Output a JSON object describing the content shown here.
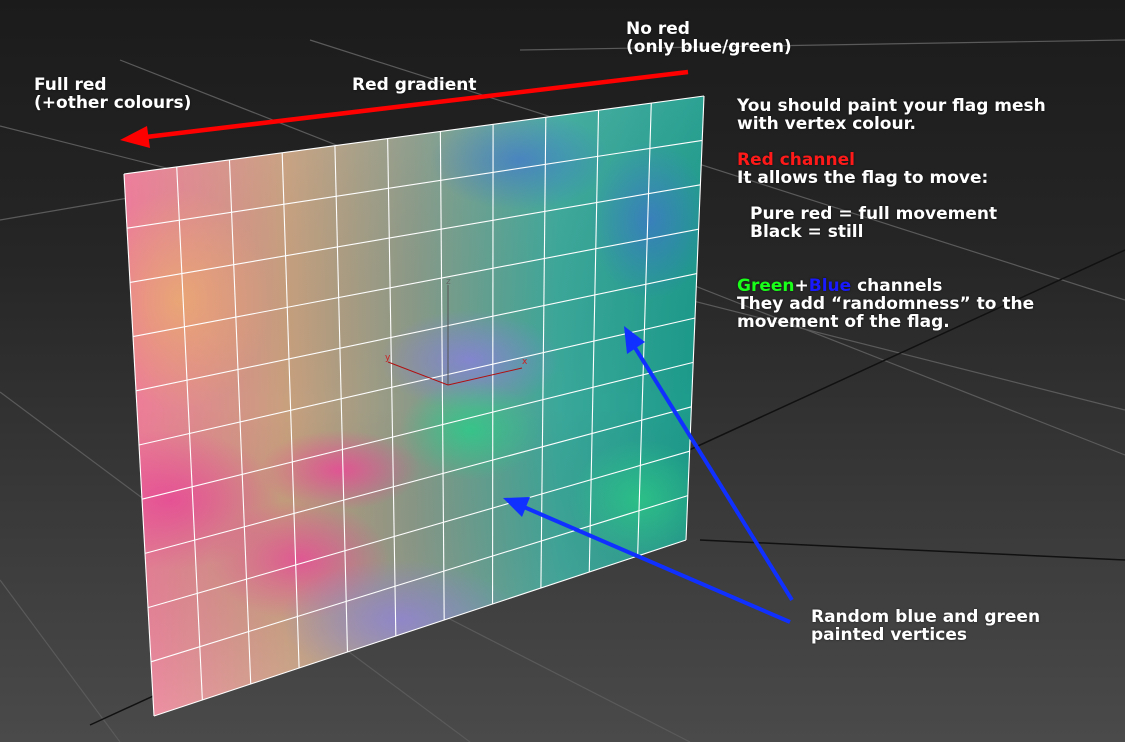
{
  "annotations": {
    "no_red_line1": "No red",
    "no_red_line2": "(only blue/green)",
    "full_red_line1": "Full red",
    "full_red_line2": "(+other colours)",
    "red_gradient": "Red gradient",
    "paint_line1": "You should paint your flag mesh",
    "paint_line2": "with vertex colour.",
    "red_channel_title": "Red channel",
    "red_channel_desc": "It allows the flag to move:",
    "pure_red": "Pure red = full movement",
    "black_still": "Black = still",
    "green_word": "Green",
    "plus": "+",
    "blue_word": "Blue",
    "channels_word": " channels",
    "gb_desc_line1": "They add “randomness” to the",
    "gb_desc_line2": "movement of the flag.",
    "random_line1": "Random blue and green",
    "random_line2": "painted vertices"
  },
  "gizmo": {
    "x": "x",
    "y": "y",
    "z": "z"
  },
  "colors": {
    "red_text": "#ff1a1a",
    "green_text": "#19ff19",
    "blue_text": "#1a1aff",
    "red_arrow": "#ff0000",
    "blue_arrow": "#1030ff",
    "background": "#2e2e2e"
  },
  "icons": [
    "red-gradient-arrow",
    "blue-pointer-arrow"
  ]
}
